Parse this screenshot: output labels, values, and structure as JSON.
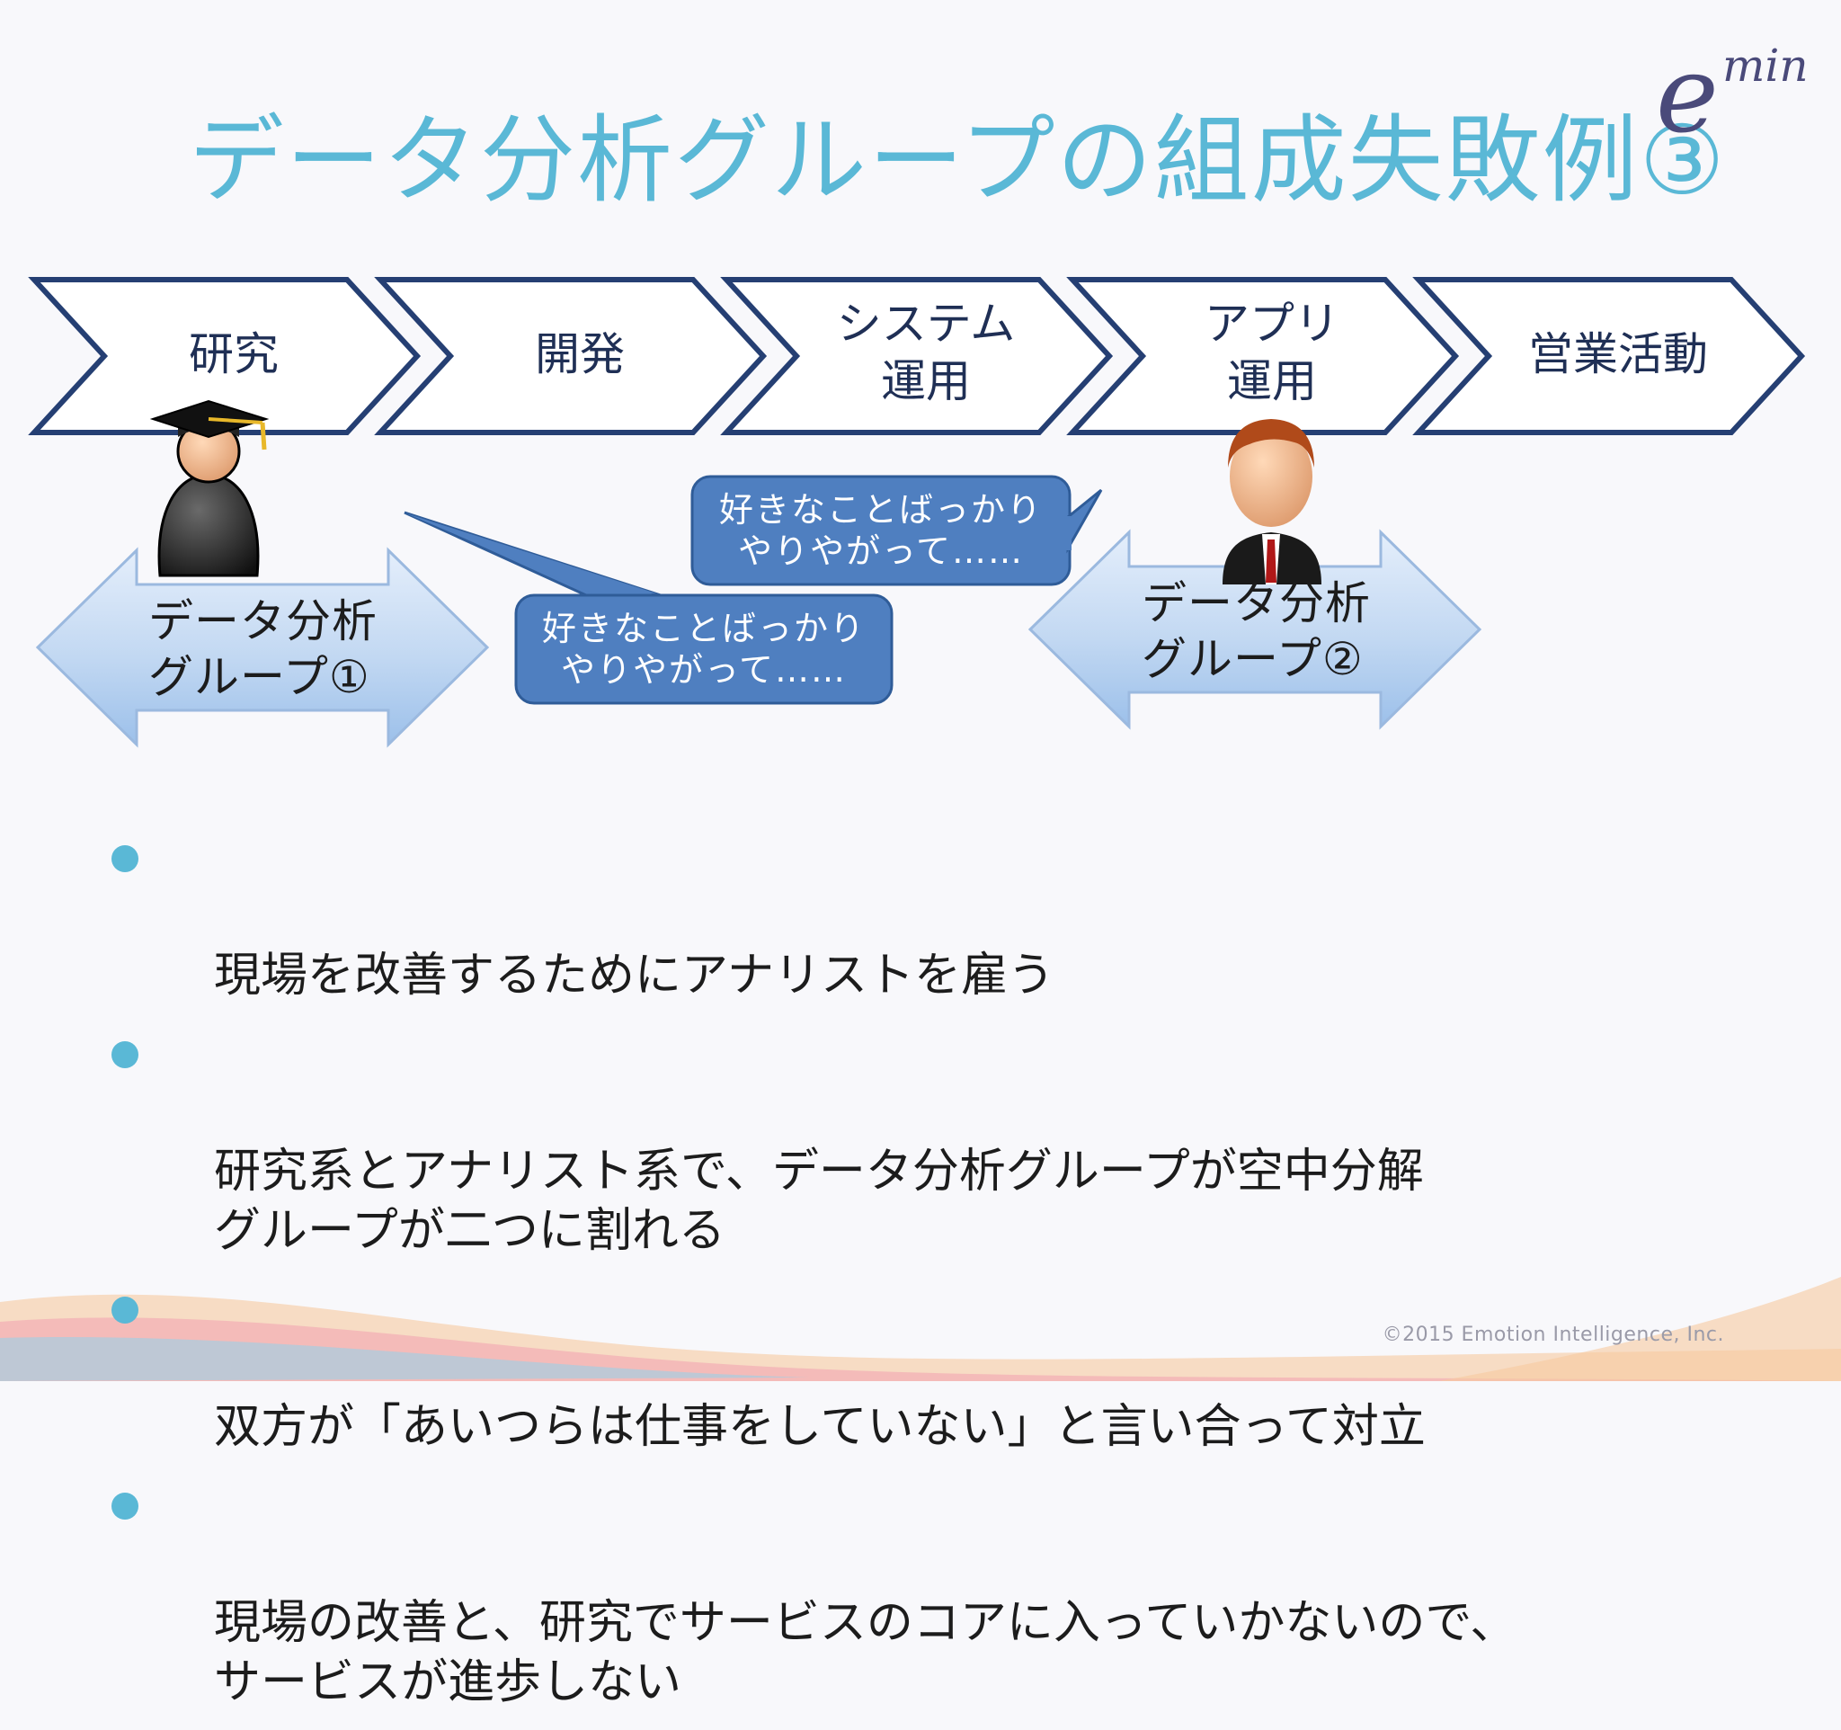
{
  "slide": {
    "title": "データ分析グループの組成失敗例③",
    "logo_e": "e",
    "logo_min": "min"
  },
  "process_flow": {
    "stages": [
      {
        "label": "研究"
      },
      {
        "label": "開発"
      },
      {
        "label": "システム\n運用"
      },
      {
        "label": "アプリ\n運用"
      },
      {
        "label": "営業活動"
      }
    ],
    "stage_fill": "#ffffff",
    "stage_stroke": "#253f73"
  },
  "groups": [
    {
      "label": "データ分析\nグループ①",
      "figure": "graduate-icon"
    },
    {
      "label": "データ分析\nグループ②",
      "figure": "businessman-icon"
    }
  ],
  "speech_bubbles": [
    {
      "text": "好きなことばっかり\nやりやがって……"
    },
    {
      "text": "好きなことばっかり\nやりやがって……"
    }
  ],
  "bubble_fill": "#4f7fc0",
  "arrow_fill": "#c2d8f2",
  "bullets": [
    "現場を改善するためにアナリストを雇う",
    "研究系とアナリスト系で、データ分析グループが空中分解\nグループが二つに割れる",
    "双方が「あいつらは仕事をしていない」と言い合って対立",
    "現場の改善と、研究でサービスのコアに入っていかないので、\nサービスが進歩しない"
  ],
  "footer": {
    "copyright": "©2015 Emotion Intelligence, Inc."
  },
  "colors": {
    "title": "#5ab8d6",
    "bullet_dot": "#5ab8d6",
    "text": "#1c1c1c"
  }
}
